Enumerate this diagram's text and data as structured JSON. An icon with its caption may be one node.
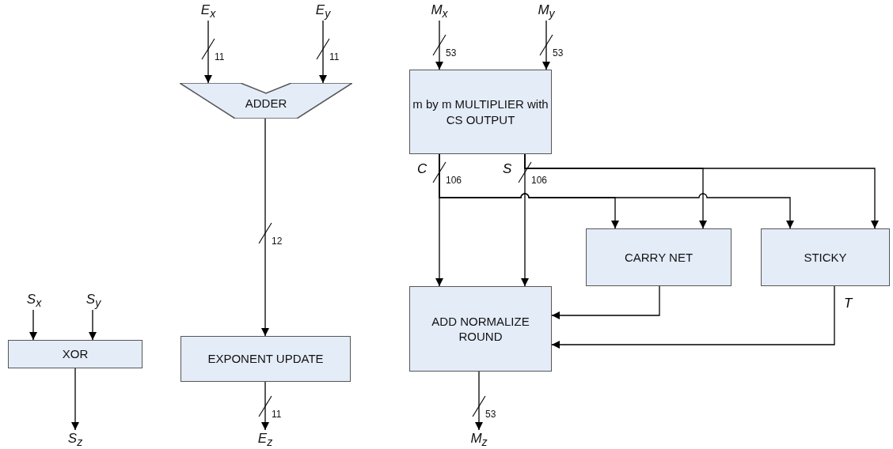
{
  "diagram": {
    "nodes": [
      {
        "text": [
          "S$_{x}$"
        ]
      },
      {
        "text": [
          "S$_{y}$"
        ]
      },
      {
        "text": [
          "XOR"
        ]
      },
      {
        "text": [
          "S$_{z}$"
        ]
      },
      {
        "text": [
          "E$_{x}$"
        ]
      },
      {
        "text": [
          "E$_{y}$"
        ]
      },
      {
        "text": [
          "ADDER"
        ]
      },
      {
        "text": [
          "EXPONENT UPDATE"
        ]
      },
      {
        "text": [
          "E$_{z}$"
        ]
      },
      {
        "text": [
          "M$_{x}$"
        ]
      },
      {
        "text": [
          "M$_{y}$"
        ]
      },
      {
        "text": [
          "m by m MULTIPLIER with CS OUTPUT"
        ]
      },
      {
        "text": [
          "CARRY NET"
        ]
      },
      {
        "text": [
          "STICKY"
        ]
      },
      {
        "text": [
          "ADD NORMALIZE ROUND"
        ]
      },
      {
        "text": [
          "M$_{z}$"
        ]
      }
    ],
    "edges": [
      {
        "from": 0,
        "to": 2,
        "arrow": "to"
      },
      {
        "from": 1,
        "to": 2,
        "arrow": "to"
      },
      {
        "from": 2,
        "to": 3,
        "arrow": "to"
      },
      {
        "from": 4,
        "to": 6,
        "arrow": "to",
        "label": "11"
      },
      {
        "from": 5,
        "to": 6,
        "arrow": "to",
        "label": "11"
      },
      {
        "from": 6,
        "to": 7,
        "arrow": "to",
        "label": "12"
      },
      {
        "from": 7,
        "to": 8,
        "arrow": "to",
        "label": "11"
      },
      {
        "from": 9,
        "to": 11,
        "arrow": "to",
        "label": "53"
      },
      {
        "from": 10,
        "to": 11,
        "arrow": "to",
        "label": "53"
      },
      {
        "from": 11,
        "to": 14,
        "arrow": "to",
        "label": "106"
      },
      {
        "from": 11,
        "to": 14,
        "arrow": "to",
        "label": "106"
      },
      {
        "from": 11,
        "to": 12,
        "arrow": "to"
      },
      {
        "from": 11,
        "to": 13,
        "arrow": "to"
      },
      {
        "from": 11,
        "to": 12,
        "arrow": "to"
      },
      {
        "from": 11,
        "to": 13,
        "arrow": "to"
      },
      {
        "from": 12,
        "to": 14,
        "arrow": "to"
      },
      {
        "from": 13,
        "to": 14,
        "arrow": "to",
        "label": "T"
      },
      {
        "from": 14,
        "to": 15,
        "arrow": "to",
        "label": "53"
      }
    ],
    "labels": [
      "C",
      "S"
    ]
  }
}
